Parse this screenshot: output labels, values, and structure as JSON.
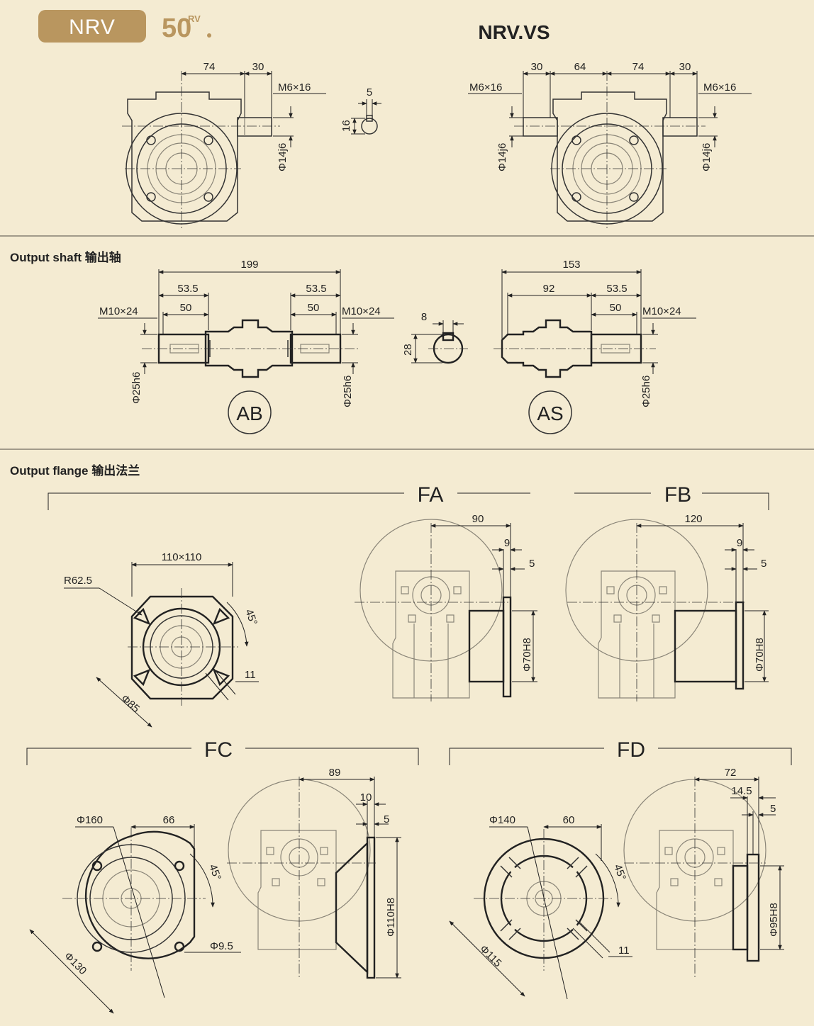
{
  "header": {
    "badge": "NRV",
    "size_number": "50",
    "size_suffix": "RV",
    "badge_bg": "#b9965f",
    "gold": "#b9965f",
    "title_vs": "NRV.VS"
  },
  "sections": {
    "output_shaft": "Output shaft 输出轴",
    "output_flange": "Output flange  输出法兰"
  },
  "top": {
    "single": {
      "d74": "74",
      "d30": "30",
      "m": "M6×16",
      "phi": "Φ14j6"
    },
    "key": {
      "d5": "5",
      "d16": "16"
    },
    "double": {
      "d30a": "30",
      "d64": "64",
      "d74": "74",
      "d30b": "30",
      "m_left": "M6×16",
      "m_right": "M6×16",
      "phi_left": "Φ14j6",
      "phi_right": "Φ14j6"
    }
  },
  "shaft": {
    "ab": {
      "d199": "199",
      "d535l": "53.5",
      "d535r": "53.5",
      "d50l": "50",
      "d50r": "50",
      "ml": "M10×24",
      "mr": "M10×24",
      "phil": "Φ25h6",
      "phir": "Φ25h6",
      "label": "AB"
    },
    "key": {
      "d8": "8",
      "d28": "28"
    },
    "as": {
      "d153": "153",
      "d92": "92",
      "d535": "53.5",
      "d50": "50",
      "m": "M10×24",
      "phi": "Φ25h6",
      "label": "AS"
    }
  },
  "flange": {
    "square": {
      "size": "110×110",
      "r": "R62.5",
      "angle": "45°",
      "d11": "11",
      "d85": "Φ85"
    },
    "fa": {
      "label": "FA",
      "d90": "90",
      "d9": "9",
      "d5": "5",
      "phi": "Φ70H8"
    },
    "fb": {
      "label": "FB",
      "d120": "120",
      "d9": "9",
      "d5": "5",
      "phi": "Φ70H8"
    },
    "fc": {
      "label": "FC",
      "d160": "Φ160",
      "d66": "66",
      "angle": "45°",
      "d95": "Φ9.5",
      "d130": "Φ130",
      "d89": "89",
      "d10": "10",
      "d5": "5",
      "phi": "Φ110H8"
    },
    "fd": {
      "label": "FD",
      "d140": "Φ140",
      "d60": "60",
      "angle": "45°",
      "d11": "11",
      "d115": "Φ115",
      "d72": "72",
      "d145": "14.5",
      "d5": "5",
      "phi": "Φ95H8"
    }
  }
}
